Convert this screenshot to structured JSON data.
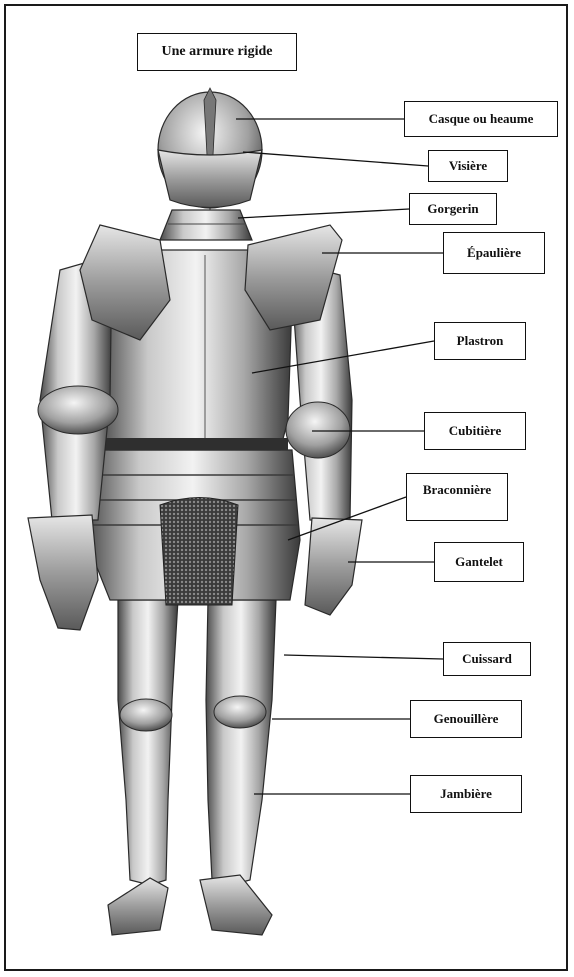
{
  "title": "Une armure rigide",
  "labels": {
    "casque": "Casque ou heaume",
    "visiere": "Visière",
    "gorgerin": "Gorgerin",
    "epauliere": "Épaulière",
    "plastron": "Plastron",
    "cubitiere": "Cubitière",
    "braconniere": "Braconnière",
    "gantelet": "Gantelet",
    "cuissard": "Cuissard",
    "genouillere": "Genouillère",
    "jambiere": "Jambière"
  },
  "colors": {
    "frame": "#1a1a1a",
    "leader": "#111111",
    "armor_light": "#d8d8d8",
    "armor_mid": "#9a9a9a",
    "armor_dark": "#3c3c3c"
  }
}
